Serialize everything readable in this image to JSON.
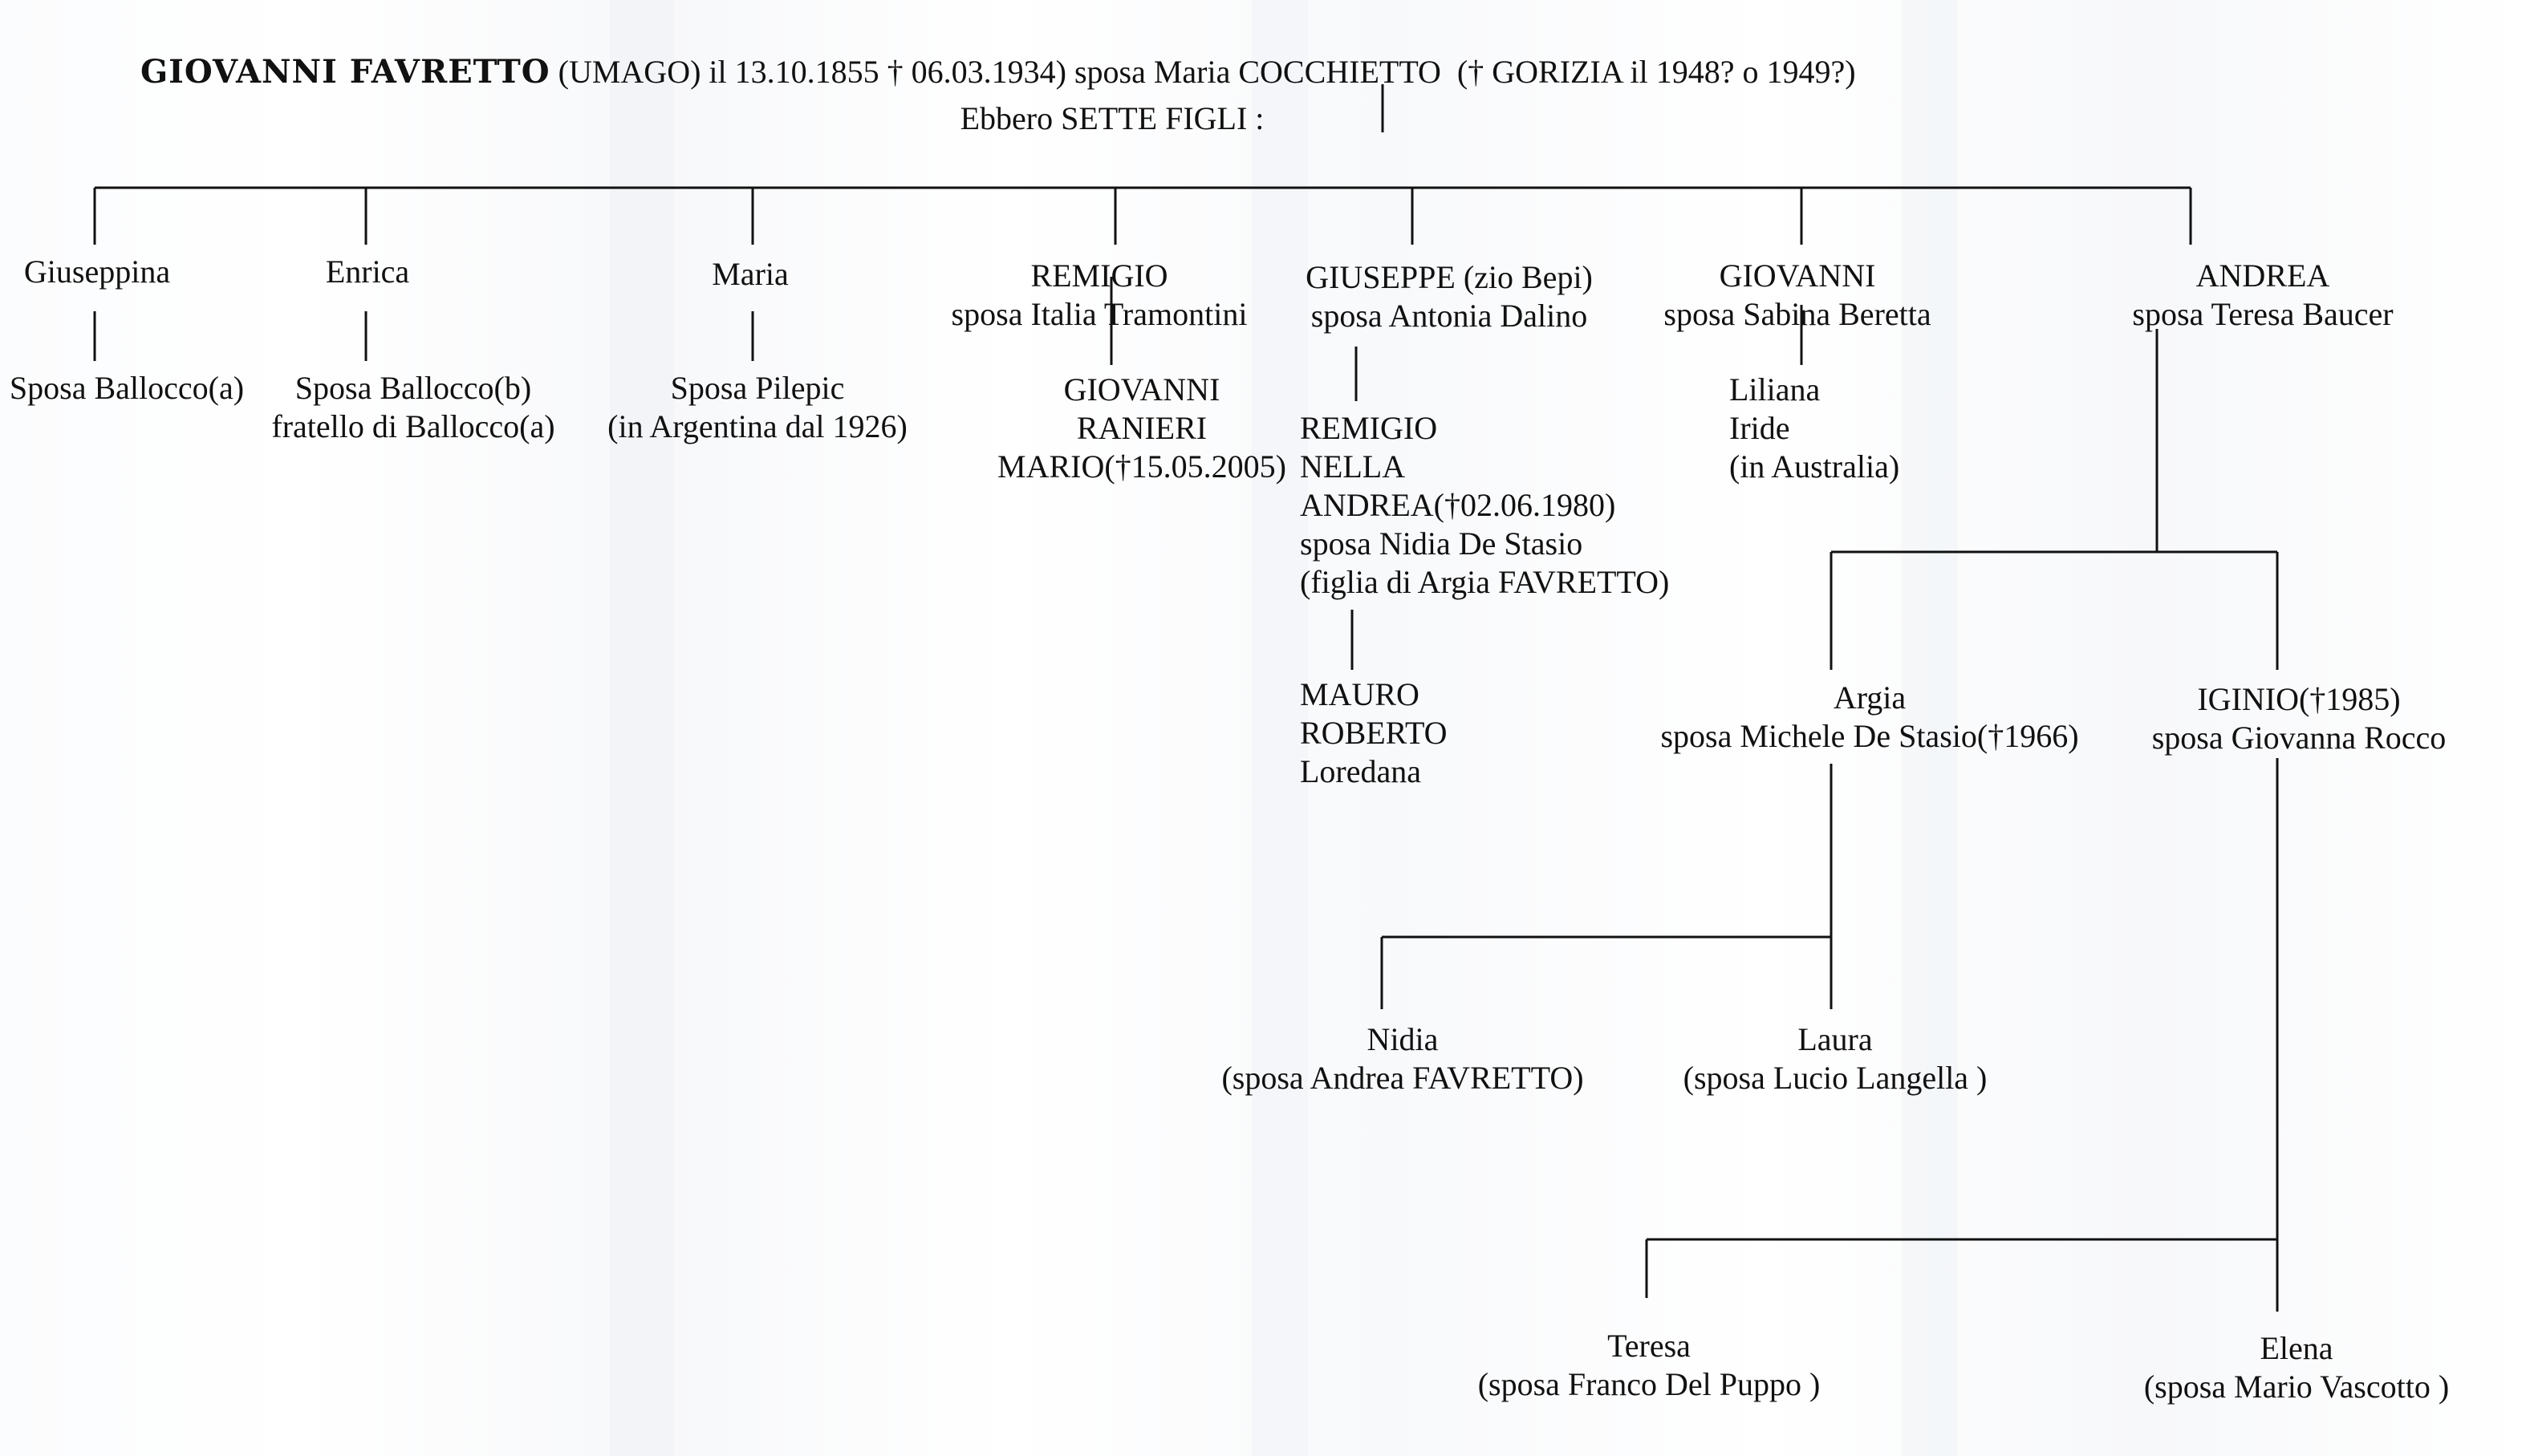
{
  "header": {
    "name": "GIOVANNI FAVRETTO",
    "details": " (UMAGO) il 13.10.1855 † 06.03.1934) sposa Maria COCCHIETTO  († GORIZIA il 1948? o 1949?)",
    "children_intro": "Ebbero SETTE FIGLI :"
  },
  "children": [
    {
      "name": "Giuseppina",
      "below": "Sposa Ballocco(a)"
    },
    {
      "name": "Enrica",
      "below": "Sposa Ballocco(b)\nfratello di Ballocco(a)"
    },
    {
      "name": "Maria",
      "below": "Sposa Pilepic\n(in Argentina dal 1926)"
    },
    {
      "name": "REMIGIO\nsposa Italia Tramontini",
      "below": "GIOVANNI\nRANIERI\nMARIO(†15.05.2005)"
    },
    {
      "name": "GIUSEPPE (zio Bepi)\nsposa Antonia Dalino",
      "below": "REMIGIO\nNELLA\nANDREA(†02.06.1980)\nsposa Nidia De Stasio\n(figlia di Argia FAVRETTO)"
    },
    {
      "name": "GIOVANNI\nsposa Sabina Beretta",
      "below": "Liliana\nIride\n(in Australia)"
    },
    {
      "name": "ANDREA\nsposa Teresa Baucer",
      "below": ""
    }
  ],
  "giuseppe_grandchildren": "MAURO\nROBERTO\nLoredana",
  "andrea_children": [
    {
      "name": "Argia\nsposa Michele De Stasio(†1966)"
    },
    {
      "name": "IGINIO(†1985)\nsposa Giovanna Rocco"
    }
  ],
  "argia_children": [
    {
      "name": "Nidia\n(sposa Andrea FAVRETTO)"
    },
    {
      "name": "Laura\n(sposa Lucio Langella )"
    }
  ],
  "iginio_children": [
    {
      "name": "Teresa\n(sposa Franco Del Puppo )"
    },
    {
      "name": "Elena\n(sposa Mario Vascotto )"
    }
  ],
  "colors": {
    "ink": "#111111",
    "paper": "#ffffff",
    "fold_shadow": "#eceff3"
  }
}
